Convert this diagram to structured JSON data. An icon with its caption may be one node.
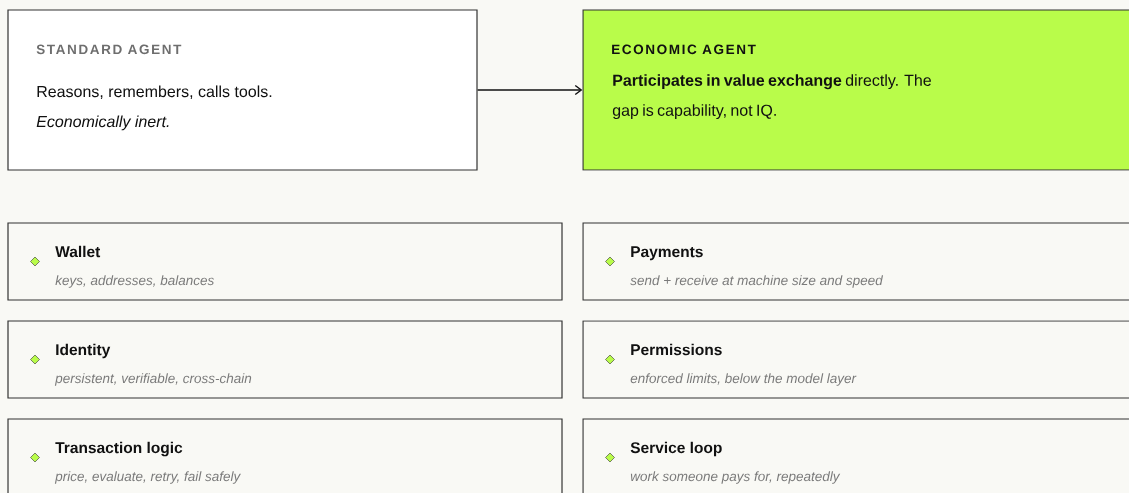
{
  "diagram": {
    "nodes": [
      {
        "text": [
          "STANDARD AGENT",
          "Reasons, remembers, calls tools.",
          "Economically inert."
        ]
      },
      {
        "text": [
          "ECONOMIC AGENT",
          "**Participates in value exchange** directly. The gap is capability, not IQ."
        ]
      },
      {
        "text": [
          "Wallet",
          "keys, addresses, balances"
        ]
      },
      {
        "text": [
          "Payments",
          "send + receive at machine size and speed"
        ]
      },
      {
        "text": [
          "Identity",
          "persistent, verifiable, cross-chain"
        ]
      },
      {
        "text": [
          "Permissions",
          "enforced limits, below the model layer"
        ]
      },
      {
        "text": [
          "Transaction logic",
          "price, evaluate, retry, fail safely"
        ]
      },
      {
        "text": [
          "Service loop",
          "work someone pays for, repeatedly"
        ]
      }
    ],
    "edges": [
      {
        "from": 0,
        "to": 1,
        "arrow": "to"
      }
    ]
  }
}
